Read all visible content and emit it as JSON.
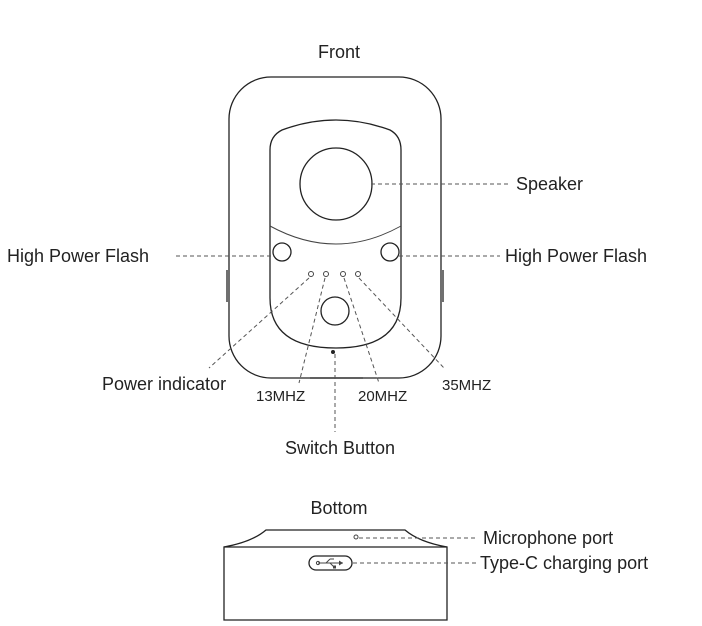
{
  "front": {
    "title": "Front",
    "labels": {
      "speaker": "Speaker",
      "flash_left": "High Power Flash",
      "flash_right": "High Power Flash",
      "power_indicator": "Power indicator",
      "freq_13": "13MHZ",
      "freq_20": "20MHZ",
      "freq_35": "35MHZ",
      "switch_button": "Switch Button"
    }
  },
  "bottom": {
    "title": "Bottom",
    "labels": {
      "microphone": "Microphone port",
      "typec": "Type-C charging port"
    }
  },
  "colors": {
    "line": "#222222",
    "leader": "#555555",
    "text": "#222222"
  }
}
